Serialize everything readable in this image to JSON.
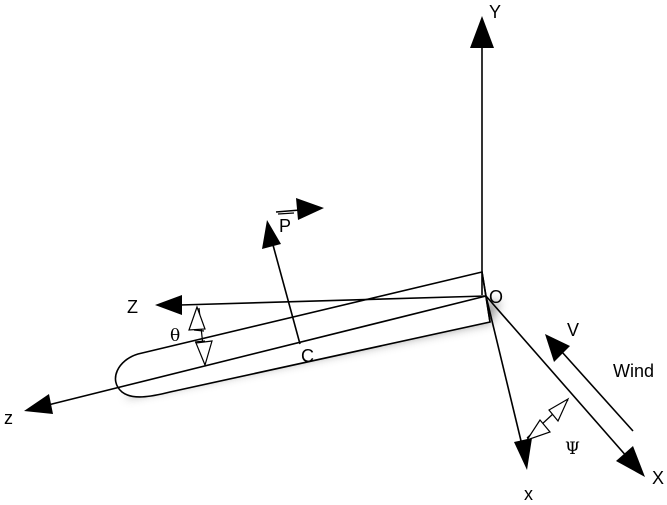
{
  "diagram": {
    "labels": {
      "Y": "Y",
      "X": "X",
      "Z": "Z",
      "O": "O",
      "x": "x",
      "z": "z",
      "P": "P",
      "C": "C",
      "V": "V",
      "wind": "Wind",
      "theta": "θ",
      "psi": "Ψ"
    },
    "colors": {
      "ink": "#000000",
      "background": "#ffffff",
      "shadow": "#777777"
    }
  }
}
